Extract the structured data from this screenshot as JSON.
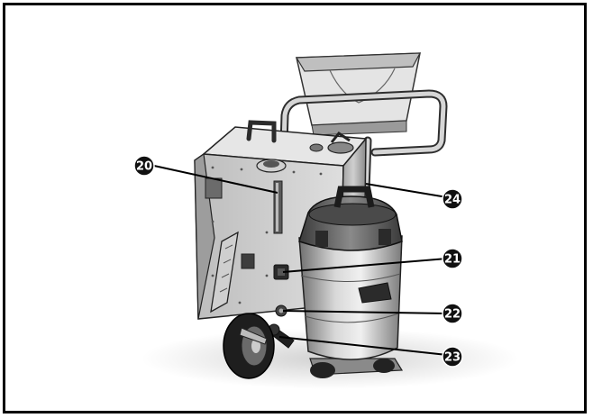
{
  "callouts": {
    "c20": {
      "label": "20"
    },
    "c21": {
      "label": "21"
    },
    "c22": {
      "label": "22"
    },
    "c23": {
      "label": "23"
    },
    "c24": {
      "label": "24"
    }
  },
  "colors": {
    "frame": "#000000",
    "callout_fill": "#111111",
    "callout_text": "#ffffff",
    "metal_light": "#dcdcdc",
    "metal_mid": "#a8a8a8",
    "metal_dark": "#4a4a4a",
    "tire": "#1e1e1e"
  }
}
